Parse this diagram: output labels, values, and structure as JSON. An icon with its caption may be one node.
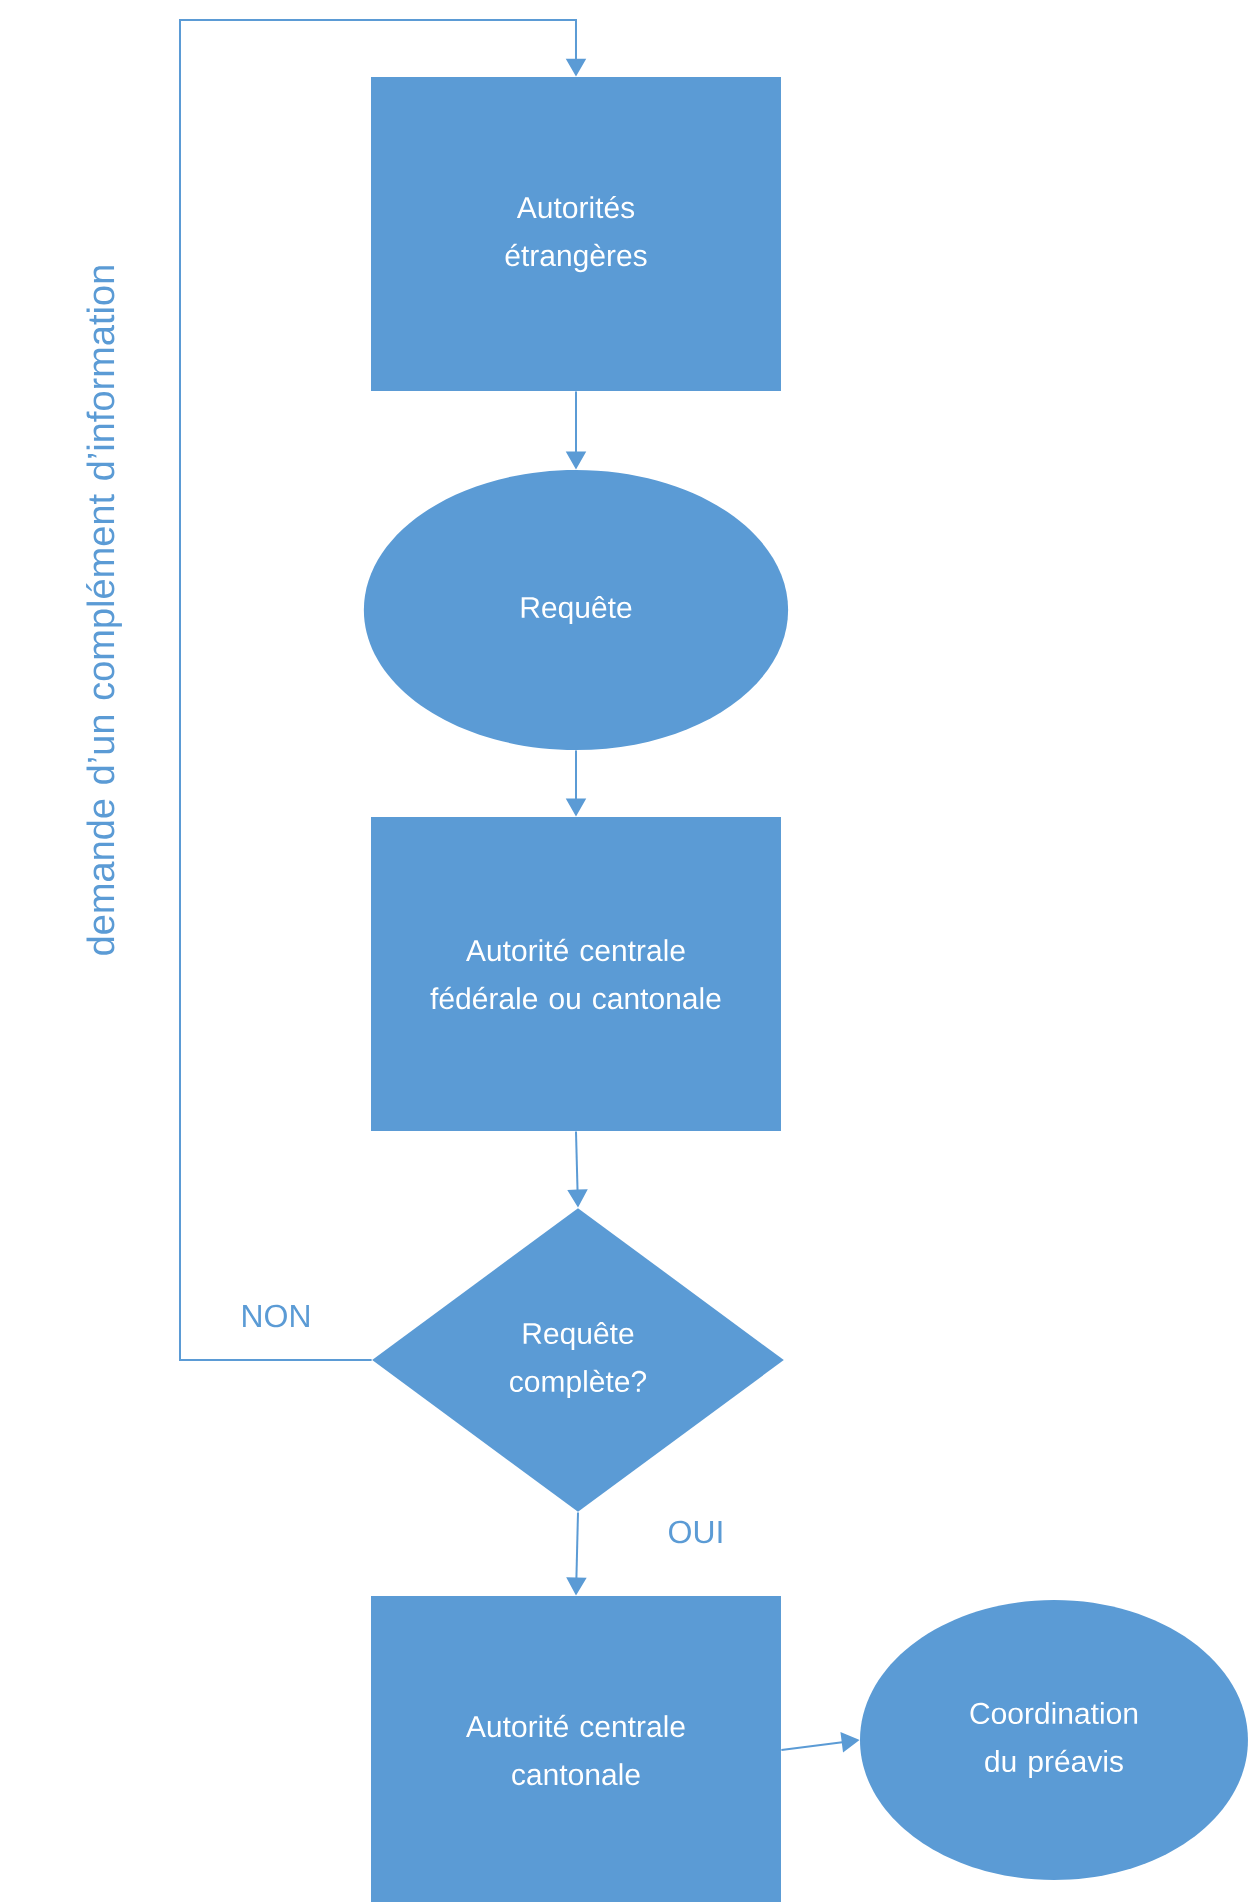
{
  "diagram": {
    "nodes": [
      {
        "text": [
          "Autorités étrangères"
        ]
      },
      {
        "text": [
          "Requête"
        ]
      },
      {
        "text": [
          "Autorité centrale fédérale ou cantonale"
        ]
      },
      {
        "text": [
          "Requête complète?"
        ]
      },
      {
        "text": [
          "Autorité centrale cantonale"
        ]
      },
      {
        "text": [
          "Coordination du préavis"
        ]
      }
    ],
    "edges": [
      {
        "from": 0,
        "to": 1,
        "arrow": "to"
      },
      {
        "from": 1,
        "to": 2,
        "arrow": "to"
      },
      {
        "from": 2,
        "to": 3,
        "arrow": "to"
      },
      {
        "from": 3,
        "to": 4,
        "arrow": "to",
        "label": "OUI"
      },
      {
        "from": 4,
        "to": 5,
        "arrow": "to"
      },
      {
        "from": 3,
        "to": 0,
        "arrow": "to",
        "label": "NON"
      }
    ],
    "labels": [
      "demande d’un complément d’information"
    ]
  }
}
